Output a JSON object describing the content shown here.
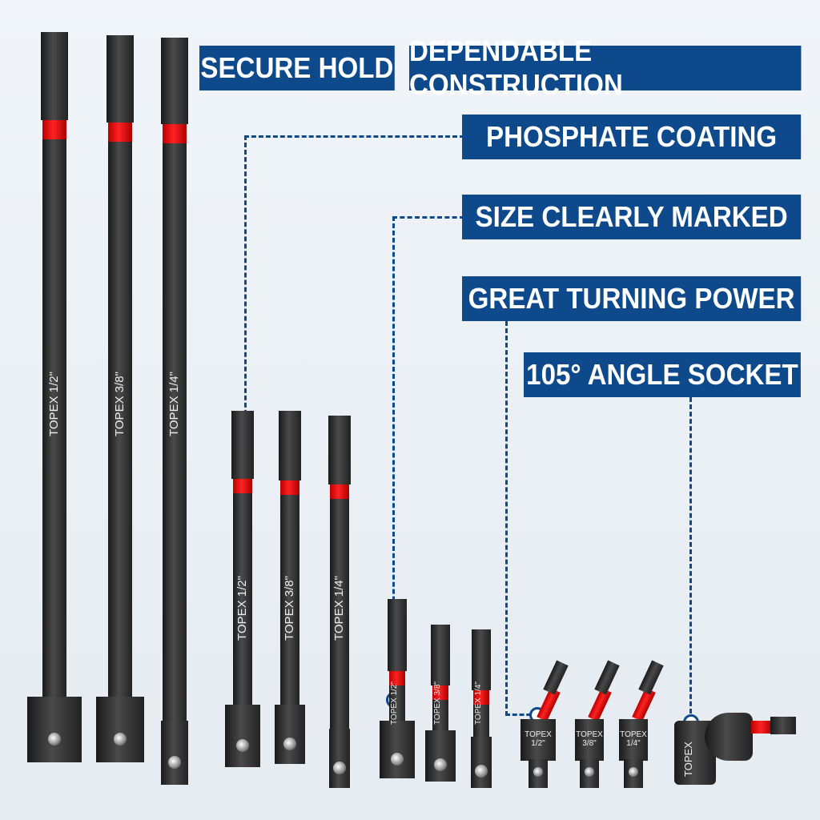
{
  "banners": [
    "SECURE HOLD",
    "DEPENDABLE CONSTRUCTION",
    "PHOSPHATE COATING",
    "SIZE CLEARLY MARKED",
    "GREAT TURNING POWER",
    "105° ANGLE SOCKET"
  ],
  "brand": "TOPEX",
  "sizes": [
    "1/2\"",
    "3/8\"",
    "1/4\""
  ],
  "colors": {
    "banner": "#0e4a8b",
    "accent_red": "#e61e1e",
    "bit": "#2a2a2a"
  }
}
